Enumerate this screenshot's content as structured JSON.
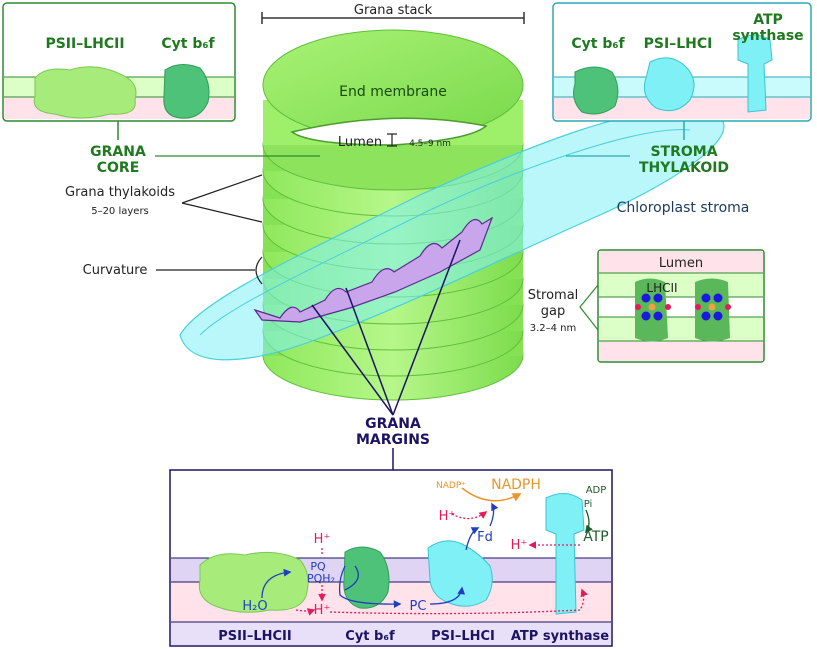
{
  "grana_stack": "Grana stack",
  "end_membrane": "End membrane",
  "lumen": "Lumen",
  "lumen_width": "4.5–9 nm",
  "grana_core": [
    "GRANA",
    "CORE"
  ],
  "stroma_thylakoid": [
    "STROMA",
    "THYLAKOID"
  ],
  "grana_thylakoids": "Grana thylakoids",
  "grana_layers": "5–20 layers",
  "curvature": "Curvature",
  "chloroplast_stroma": "Chloroplast stroma",
  "grana_margins": [
    "GRANA",
    "MARGINS"
  ],
  "stromal_gap": [
    "Stromal",
    "gap"
  ],
  "stromal_gap_width": "3.2–4 nm",
  "inset_lumen": "Lumen",
  "lhcii": "LHCII",
  "core_box": {
    "psii": "PSII–LHCII",
    "cyt": "Cyt b₆f"
  },
  "stroma_box": {
    "cyt": "Cyt b₆f",
    "psi": "PSI–LHCI",
    "atp": [
      "ATP",
      "synthase"
    ]
  },
  "bottom": {
    "psii": "PSII–LHCII",
    "cyt": "Cyt b₆f",
    "psi": "PSI–LHCI",
    "atp": "ATP synthase",
    "h2o": "H₂O",
    "hplus": "H⁺",
    "pq": "PQ",
    "pqh2": "PQH₂",
    "pc": "PC",
    "fd": "Fd",
    "nadp": "NADP⁺",
    "nadph": "NADPH",
    "adp": "ADP",
    "pi": "Pi",
    "atp_mol": "ATP"
  },
  "colors": {
    "green_dark": "#1f7a1f",
    "green_fill": "#8ee65a",
    "cyan_fill": "#7ff0f5",
    "purple": "#1b1464",
    "margin_fill": "#c9a6ec",
    "pink": "#e6195a",
    "blue": "#1f3fbf",
    "orange": "#e8962b"
  }
}
